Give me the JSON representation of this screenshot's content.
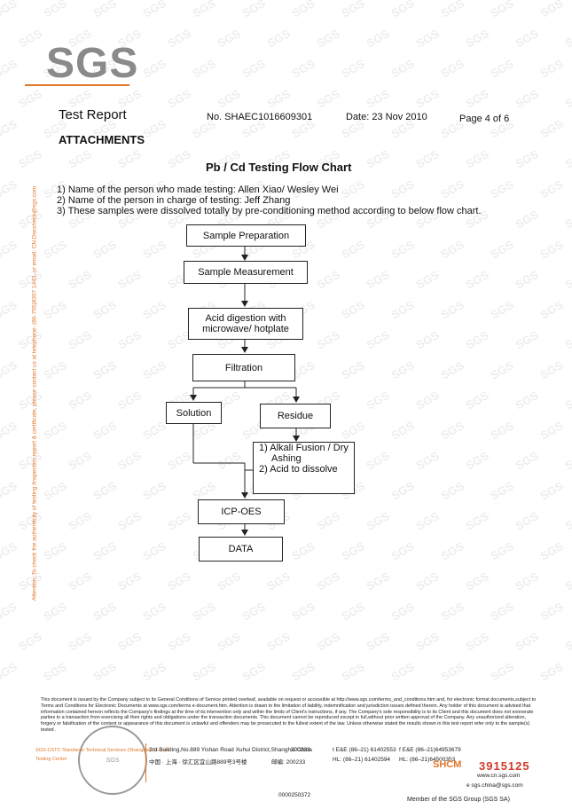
{
  "logo": {
    "text": "SGS",
    "watermark": "SGS",
    "accent": "#e0772b"
  },
  "header": {
    "title": "Test Report",
    "report_no": "No. SHAEC1016609301",
    "date": "Date: 23 Nov 2010",
    "page": "Page 4 of 6"
  },
  "section": {
    "attachments": "ATTACHMENTS",
    "chart_title": "Pb / Cd Testing Flow Chart"
  },
  "notes": [
    "1) Name of the person who made testing: Allen Xiao/ Wesley Wei",
    "2) Name of the person in charge of testing: Jeff Zhang",
    "3) These samples were dissolved totally by pre-conditioning method according to below flow chart."
  ],
  "flow": {
    "sample_prep": "Sample Preparation",
    "sample_measure": "Sample Measurement",
    "acid_1": "Acid digestion with",
    "acid_2": "microwave/ hotplate",
    "filtration": "Filtration",
    "solution": "Solution",
    "residue": "Residue",
    "alkali_1": "1) Alkali Fusion / Dry",
    "alkali_2": "Ashing",
    "alkali_3": "2) Acid to dissolve",
    "icp": "ICP-OES",
    "data": "DATA"
  },
  "side_text": "Attention: To check the authenticity of testing /inspection report & certificate, please contact us at telephone: (86-755)8307 1443, or email: CN.Doccheck@sgs.com",
  "footer": {
    "disclaimer": "This document is issued by the Company subject to its General Conditions of Service printed overleaf, available on request or accessible at http://www.sgs.com/terms_and_conditions.htm and, for electronic format documents,subject to Terms and Conditions for Electronic Documents at www.sgs.com/terms e-document.htm. Attention is drawn to the limitation of liability, indemnification and jurisdiction issues defined therein. Any holder of this document is advised that information contained hereon reflects the Company's findings at the time of its intervention only and within the limits of Client's instructions, if any. The Company's sole responsibility is to its Client and this document does not exonerate parties to a transaction from exercising all their rights and obligations under the transaction documents. This document cannot be reproduced except in full,without prior written approval of the Company. Any unauthorized alteration, forgery or falsification of the content or appearance of this document is unlawful and offenders may be prosecuted to the fullest extent of the law. Unless otherwise stated the results shown in this test report refer only to the sample(s) tested .",
    "addr_en": "3rd Building,No.889 Yishan Road Xuhui District,Shanghai China",
    "postcode_en": "200233",
    "addr_cn": "中国 · 上海 · 徐汇区宜山路889号3号楼",
    "postcode_cn": "邮编: 200233",
    "te_line": "t E&E (86–21) 61402553",
    "fe_line": "f E&E (86–21)64953679",
    "hl_t": "HL: (86–21) 61402594",
    "hl_f": "HL: (86–21)64500353",
    "web": "www.cn.sgs.com",
    "email": "e  sgs.china@sgs.com",
    "company_1": "SGS-CSTC Standards Technical Services (Shanghai) Co.,Ltd.",
    "company_2": "Testing Center",
    "shcm": "SHCM",
    "shcm_no": "3915125",
    "member": "Member of the SGS Group (SGS SA)",
    "doc_no": "0000250372"
  }
}
